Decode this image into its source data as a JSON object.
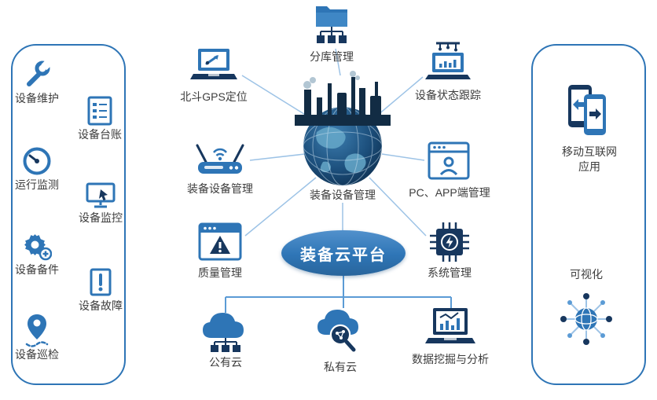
{
  "colors": {
    "primary": "#2e75b6",
    "navy": "#17375e",
    "radial_line": "#9dc3e6",
    "tree_line": "#5b9bd5",
    "panel_border": "#2e75b6",
    "text": "#3d3d3d",
    "platform_fill": "#2e75b6",
    "platform_text": "#ffffff"
  },
  "left_panel": {
    "items": [
      {
        "label": "设备维护",
        "icon": "wrench-icon"
      },
      {
        "label": "设备台账",
        "icon": "ledger-icon"
      },
      {
        "label": "运行监测",
        "icon": "gauge-icon"
      },
      {
        "label": "设备监控",
        "icon": "monitor-icon"
      },
      {
        "label": "设备备件",
        "icon": "gear-icon"
      },
      {
        "label": "设备故障",
        "icon": "fault-icon"
      },
      {
        "label": "设备巡检",
        "icon": "patrol-pin-icon"
      }
    ]
  },
  "right_panel": {
    "items": [
      {
        "label": "移动互联网\n应用",
        "icon": "mobile-phones-icon"
      },
      {
        "label": "可视化",
        "icon": "globe-network-icon"
      }
    ]
  },
  "center": {
    "hub_label": "装备设备管理",
    "platform_label": "装备云平台"
  },
  "nodes": {
    "warehouse": {
      "label": "分库管理",
      "icon": "folder-network-icon"
    },
    "gps": {
      "label": "北斗GPS定位",
      "icon": "laptop-gps-icon"
    },
    "status": {
      "label": "设备状态跟踪",
      "icon": "laptop-status-icon"
    },
    "device_mgmt": {
      "label": "装备设备管理",
      "icon": "router-icon"
    },
    "pc_app": {
      "label": "PC、APP端管理",
      "icon": "browser-person-icon"
    },
    "quality": {
      "label": "质量管理",
      "icon": "browser-warning-icon"
    },
    "system": {
      "label": "系统管理",
      "icon": "chip-icon"
    },
    "public_cloud": {
      "label": "公有云",
      "icon": "cloud-network-icon"
    },
    "private_cloud": {
      "label": "私有云",
      "icon": "cloud-search-icon"
    },
    "data_mining": {
      "label": "数据挖掘与分析",
      "icon": "laptop-analytics-icon"
    }
  }
}
